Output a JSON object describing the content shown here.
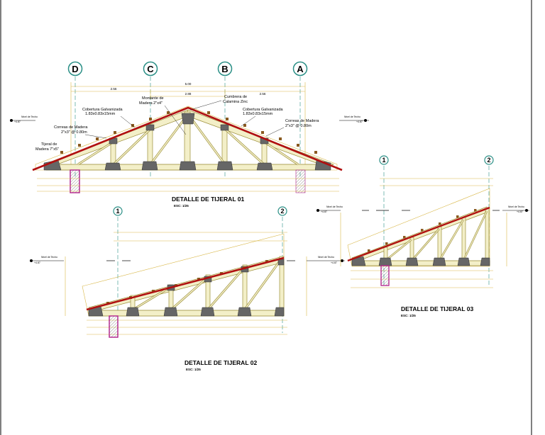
{
  "grid_axes": {
    "tijeral_01": [
      "D",
      "C",
      "B",
      "A"
    ],
    "tijeral_02": [
      "1",
      "2"
    ],
    "tijeral_03": [
      "1",
      "2"
    ]
  },
  "dimensions_01": {
    "total": "5.00",
    "left_half": "2.56",
    "center": "2.88",
    "right_half": "2.56"
  },
  "annotations_01": {
    "cubrera": "Cumbrera de",
    "cubrera_2": "Calamina Zinc",
    "montante": "Montante de",
    "montante_2": "Madera 2\"x4\"",
    "cobertura_left": "Cobertura Galvanizada",
    "cobertura_left_2": "1.83x0.83x15mm",
    "cobertura_right": "Cobertura Galvanizada",
    "cobertura_right_2": "1.83x0.83x15mm",
    "correas_left": "Correas de Madera",
    "correas_left_2": "2\"x3\" @ 0.80m",
    "correas_right": "Correas de Madera",
    "correas_right_2": "2\"x3\" @ 0.80m",
    "tijeral": "Tijeral de",
    "tijeral_2": "Madera 7\"x5\""
  },
  "level_mark": {
    "label": "Nivel de Techo",
    "value": "+4.87"
  },
  "details": [
    {
      "title": "DETALLE DE TIJERAL 01",
      "scale": "ESC: 1/25"
    },
    {
      "title": "DETALLE DE TIJERAL 02",
      "scale": "ESC: 1/25"
    },
    {
      "title": "DETALLE DE TIJERAL 03",
      "scale": "ESC: 1/25"
    }
  ],
  "colors": {
    "roof": "#b01010",
    "dimension": "#d9b84a",
    "wood": "#9c8f3a",
    "column": "#b0208a",
    "bubble": "#2a8f86"
  }
}
